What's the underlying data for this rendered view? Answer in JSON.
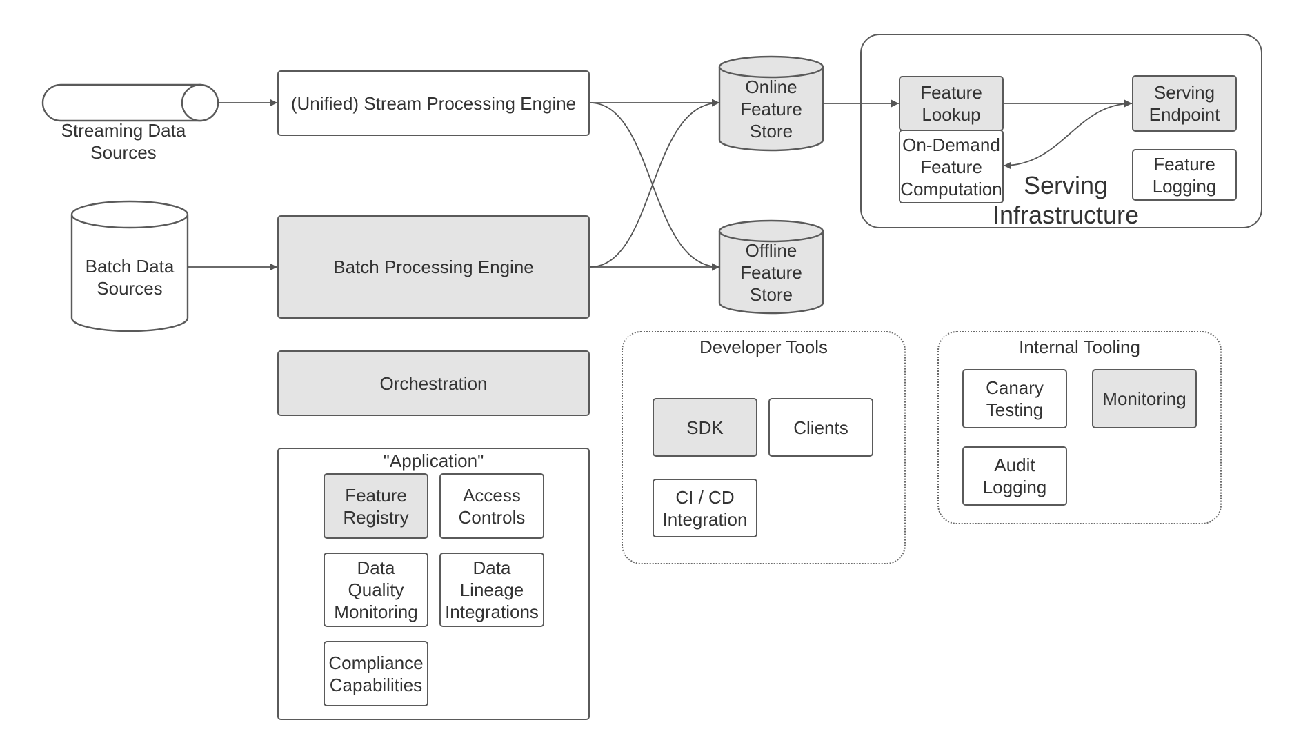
{
  "sources": {
    "streaming": "Streaming Data\nSources",
    "batch": "Batch Data\nSources"
  },
  "engines": {
    "stream": "(Unified) Stream Processing Engine",
    "batch": "Batch Processing Engine",
    "orchestration": "Orchestration"
  },
  "stores": {
    "online": "Online\nFeature\nStore",
    "offline": "Offline\nFeature\nStore"
  },
  "serving": {
    "title": "Serving\nInfrastructure",
    "feature_lookup": "Feature\nLookup",
    "on_demand": "On-Demand\nFeature\nComputation",
    "serving_endpoint": "Serving\nEndpoint",
    "feature_logging": "Feature\nLogging"
  },
  "application": {
    "title": "\"Application\"",
    "feature_registry": "Feature\nRegistry",
    "access_controls": "Access\nControls",
    "data_quality": "Data\nQuality\nMonitoring",
    "data_lineage": "Data\nLineage\nIntegrations",
    "compliance": "Compliance\nCapabilities"
  },
  "developer_tools": {
    "title": "Developer Tools",
    "sdk": "SDK",
    "clients": "Clients",
    "cicd": "CI / CD\nIntegration"
  },
  "internal_tooling": {
    "title": "Internal Tooling",
    "canary": "Canary\nTesting",
    "monitoring": "Monitoring",
    "audit": "Audit\nLogging"
  },
  "colors": {
    "stroke": "#5a5a5a",
    "fill_gray": "#e4e4e4",
    "text": "#333333"
  }
}
